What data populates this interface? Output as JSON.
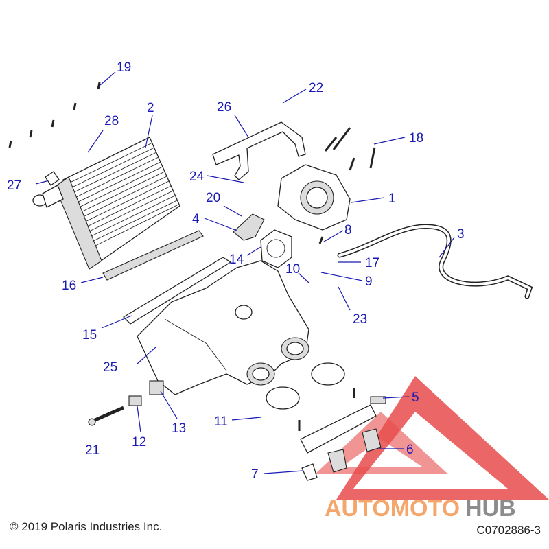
{
  "copyright": "© 2019 Polaris Industries Inc.",
  "drawing_id": "C0702886-3",
  "watermark": {
    "brand_a": "AUTOMOTO",
    "brand_b": "HUB",
    "color_a": "#f5a66a",
    "color_b": "#8c8c8c",
    "triangle_color": "#e74c4c"
  },
  "callouts": {
    "c1": "1",
    "c2": "2",
    "c3": "3",
    "c4": "4",
    "c5": "5",
    "c6": "6",
    "c7": "7",
    "c8": "8",
    "c9": "9",
    "c10": "10",
    "c11": "11",
    "c12": "12",
    "c13": "13",
    "c14": "14",
    "c15": "15",
    "c16": "16",
    "c17": "17",
    "c18": "18",
    "c19": "19",
    "c20": "20",
    "c21": "21",
    "c22": "22",
    "c23": "23",
    "c24": "24",
    "c25": "25",
    "c26": "26",
    "c27": "27",
    "c28": "28"
  },
  "colors": {
    "callout": "#1a1ab4",
    "line": "#222222"
  }
}
